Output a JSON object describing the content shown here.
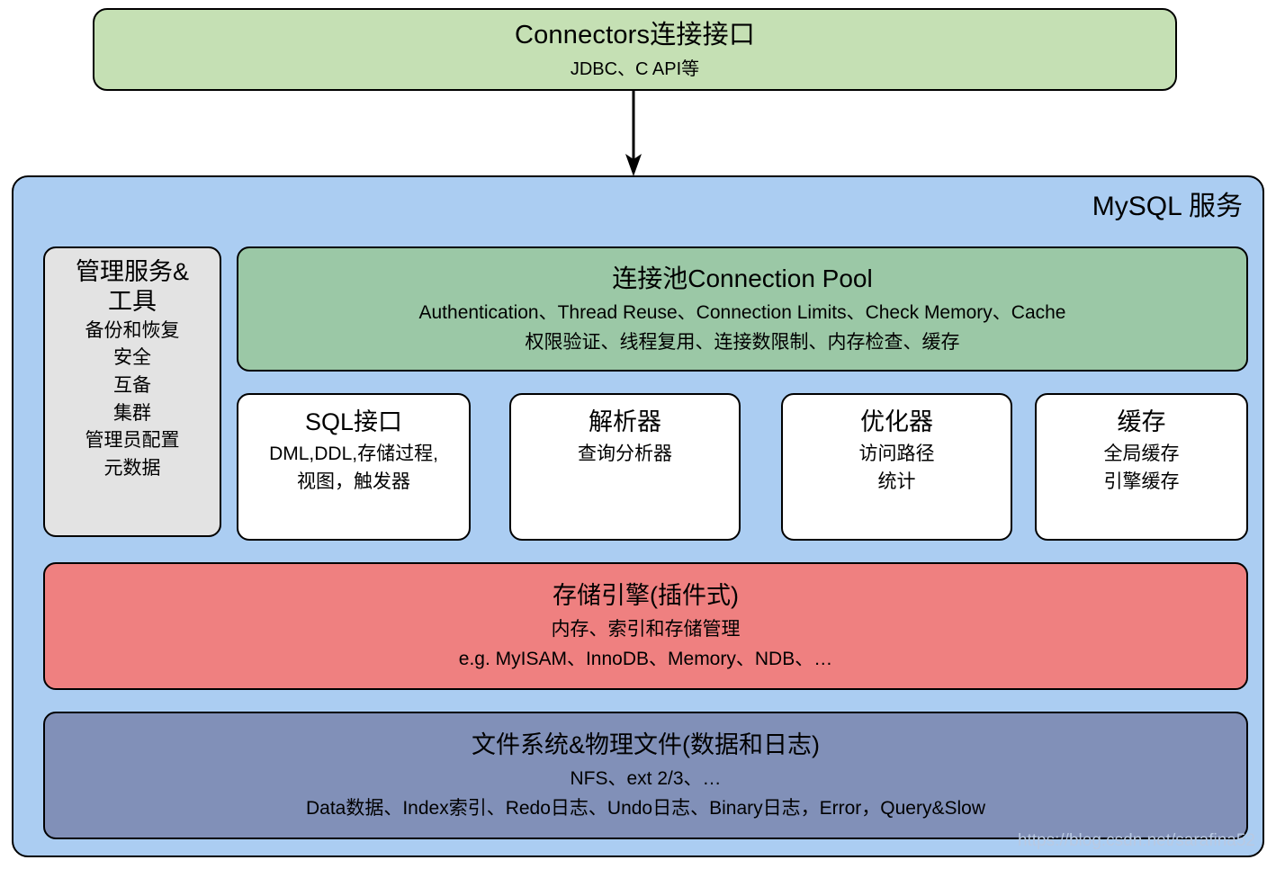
{
  "diagram": {
    "connectors": {
      "title": "Connectors连接接口",
      "subtitle": "JDBC、C API等",
      "color": "#c5e0b4"
    },
    "arrow": {
      "name": "down-arrow",
      "direction": "down"
    },
    "mysql_service": {
      "title": "MySQL 服务",
      "color": "#abcdf2"
    },
    "management": {
      "title_line1": "管理服务&",
      "title_line2": "工具",
      "color": "#e3e3e3",
      "items": [
        "备份和恢复",
        "安全",
        "互备",
        "集群",
        "管理员配置",
        "元数据"
      ]
    },
    "connection_pool": {
      "title": "连接池Connection Pool",
      "sub1": "Authentication、Thread Reuse、Connection Limits、Check Memory、Cache",
      "sub2": "权限验证、线程复用、连接数限制、内存检查、缓存",
      "color": "#9bc8a6"
    },
    "components": [
      {
        "name": "sql-interface",
        "title": "SQL接口",
        "sub1": "DML,DDL,存储过程,",
        "sub2": "视图，触发器"
      },
      {
        "name": "parser",
        "title": "解析器",
        "sub1": "查询分析器",
        "sub2": ""
      },
      {
        "name": "optimizer",
        "title": "优化器",
        "sub1": "访问路径",
        "sub2": "统计"
      },
      {
        "name": "cache",
        "title": "缓存",
        "sub1": "全局缓存",
        "sub2": "引擎缓存"
      }
    ],
    "storage_engine": {
      "title": "存储引擎(插件式)",
      "sub1": "内存、索引和存储管理",
      "sub2": "e.g. MyISAM、InnoDB、Memory、NDB、…",
      "color": "#ef8080"
    },
    "filesystem": {
      "title": "文件系统&物理文件(数据和日志)",
      "sub1": "NFS、ext 2/3、…",
      "sub2": "Data数据、Index索引、Redo日志、Undo日志、Binary日志，Error，Query&Slow",
      "color": "#8190b8"
    },
    "watermark": "https://blog.csdn.net/sarafina52"
  }
}
